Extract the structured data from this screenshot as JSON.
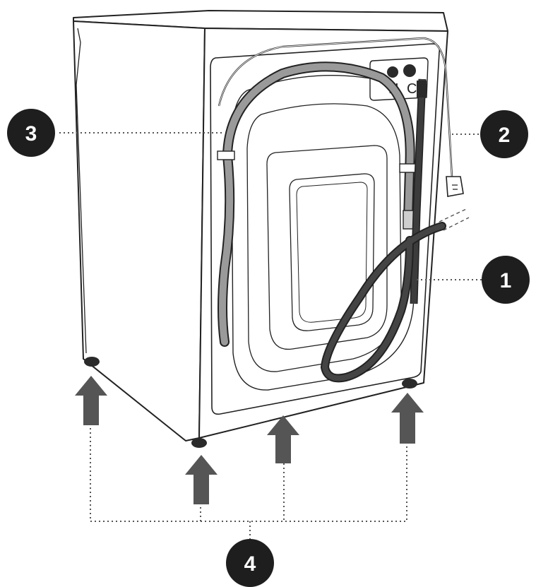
{
  "callouts": {
    "c1": "1",
    "c2": "2",
    "c3": "3",
    "c4": "4"
  },
  "valve_labels": {
    "hot": "H",
    "cold": "C"
  },
  "colors": {
    "outline": "#222222",
    "callout_badge": "#1e1e1e",
    "arrow": "#555555",
    "hose_gray": "#9a9a9a",
    "hose_dark": "#3c3c3c"
  }
}
